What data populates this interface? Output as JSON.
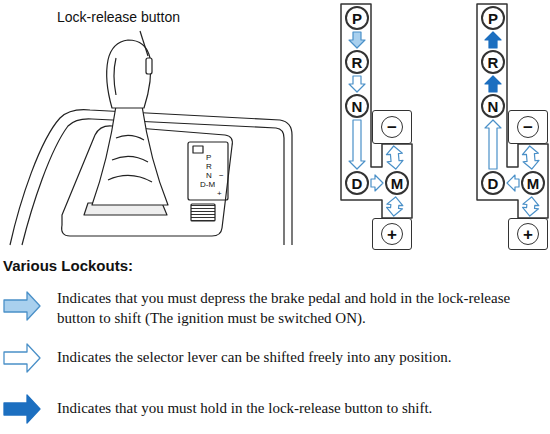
{
  "diagram": {
    "title": "Various Lockouts:",
    "nodes": [
      {
        "text": [
          "P"
        ]
      },
      {
        "text": [
          "R"
        ]
      },
      {
        "text": [
          "N"
        ]
      },
      {
        "text": [
          "−"
        ]
      },
      {
        "text": [
          "D"
        ]
      },
      {
        "text": [
          "M"
        ]
      },
      {
        "text": [
          "+"
        ]
      },
      {
        "text": [
          "P"
        ]
      },
      {
        "text": [
          "R"
        ]
      },
      {
        "text": [
          "N"
        ]
      },
      {
        "text": [
          "−"
        ]
      },
      {
        "text": [
          "D"
        ]
      },
      {
        "text": [
          "M"
        ]
      },
      {
        "text": [
          "+"
        ]
      }
    ],
    "edges": [
      {
        "from": 0,
        "to": 1,
        "arrow": "to"
      },
      {
        "from": 1,
        "to": 2,
        "arrow": "to"
      },
      {
        "from": 2,
        "to": 4,
        "arrow": "to"
      },
      {
        "from": 4,
        "to": 5,
        "arrow": "to"
      },
      {
        "from": 5,
        "to": 3,
        "arrow": "both"
      },
      {
        "from": 5,
        "to": 6,
        "arrow": "both"
      },
      {
        "from": 9,
        "to": 8,
        "arrow": "to"
      },
      {
        "from": 8,
        "to": 7,
        "arrow": "to"
      },
      {
        "from": 11,
        "to": 9,
        "arrow": "to"
      },
      {
        "from": 12,
        "to": 11,
        "arrow": "to"
      },
      {
        "from": 12,
        "to": 10,
        "arrow": "both"
      },
      {
        "from": 12,
        "to": 13,
        "arrow": "both"
      }
    ],
    "labels": [
      "Lock-release button",
      "P",
      "R",
      "N",
      "−",
      "D-M",
      "+"
    ],
    "legend": [
      {
        "text": "Indicates that you must depress the brake pedal and hold in the lock-release button to shift (The ignition must be switched ON)."
      },
      {
        "text": "Indicates the selector lever can be shifted freely into any position."
      },
      {
        "text": "Indicates that you must hold in the lock-release button to shift."
      }
    ]
  }
}
